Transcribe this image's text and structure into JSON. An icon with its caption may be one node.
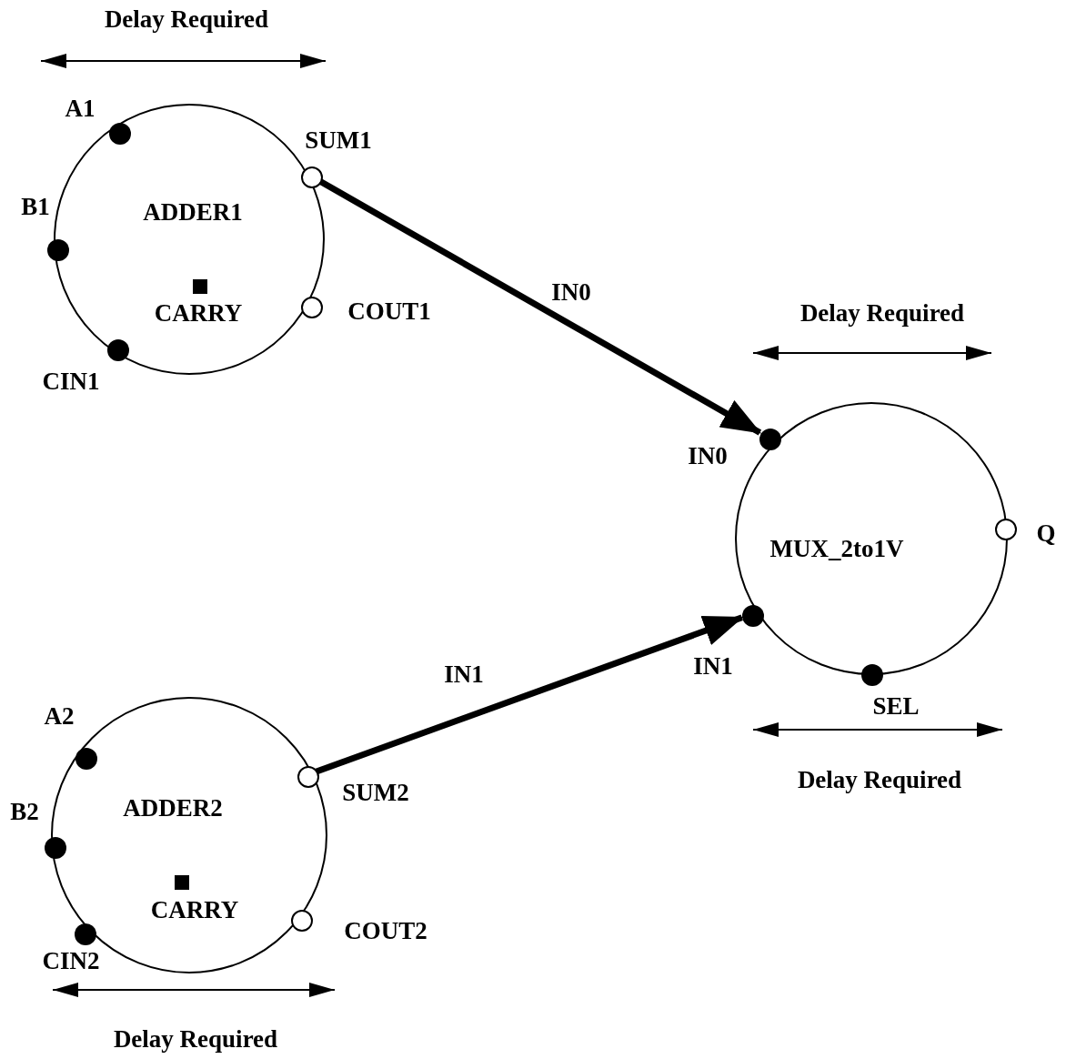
{
  "diagram": {
    "nodes": [
      {
        "text": [
          "ADDER1"
        ]
      },
      {
        "text": [],
        "shape": "dot",
        "beside": [
          "A1"
        ],
        "in": 0
      },
      {
        "text": [],
        "shape": "circle",
        "beside": [
          "SUM1"
        ],
        "in": 0
      },
      {
        "text": [],
        "shape": "dot",
        "beside": [
          "B1"
        ],
        "in": 0
      },
      {
        "text": [],
        "shape": "box",
        "beside": [
          "CARRY"
        ],
        "in": 0
      },
      {
        "text": [],
        "shape": "circle",
        "beside": [
          "COUT1"
        ],
        "in": 0
      },
      {
        "text": [],
        "shape": "dot",
        "beside": [
          "CIN1"
        ],
        "in": 0
      },
      {
        "text": [
          "MUX_2to1V"
        ]
      },
      {
        "text": [],
        "shape": "dot",
        "beside": [
          "IN0"
        ],
        "in": 7
      },
      {
        "text": [],
        "shape": "circle",
        "beside": [
          "Q"
        ],
        "in": 7
      },
      {
        "text": [],
        "shape": "dot",
        "beside": [
          "IN1"
        ],
        "in": 7
      },
      {
        "text": [],
        "shape": "dot",
        "beside": [
          "SEL"
        ],
        "in": 7
      },
      {
        "text": [
          "ADDER2"
        ]
      },
      {
        "text": [],
        "shape": "dot",
        "beside": [
          "A2"
        ],
        "in": 12
      },
      {
        "text": [],
        "shape": "circle",
        "beside": [
          "SUM2"
        ],
        "in": 12
      },
      {
        "text": [],
        "shape": "dot",
        "beside": [
          "B2"
        ],
        "in": 12
      },
      {
        "text": [],
        "shape": "box",
        "beside": [
          "CARRY"
        ],
        "in": 12
      },
      {
        "text": [],
        "shape": "circle",
        "beside": [
          "COUT2"
        ],
        "in": 12
      },
      {
        "text": [],
        "shape": "dot",
        "beside": [
          "CIN2"
        ],
        "in": 12
      }
    ],
    "edges": [
      {
        "from": 2,
        "to": 8,
        "arrow": "to",
        "label": "IN0"
      },
      {
        "from": 14,
        "to": 10,
        "arrow": "to",
        "label": "IN1"
      }
    ],
    "labels": [
      "Delay Required",
      "Delay Required",
      "Delay Required",
      "Delay Required"
    ]
  }
}
